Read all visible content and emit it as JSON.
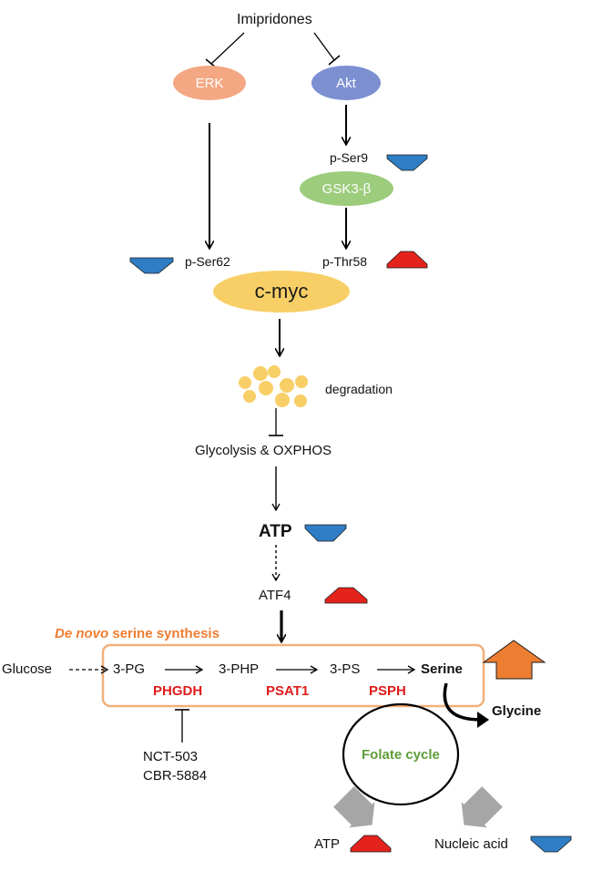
{
  "top": {
    "imipridones": "Imipridones"
  },
  "nodes": {
    "erk": "ERK",
    "akt": "Akt",
    "gsk3b": "GSK3-β",
    "cmyc": "c-myc"
  },
  "labels": {
    "pSer9": "p-Ser9",
    "pSer62": "p-Ser62",
    "pThr58": "p-Thr58",
    "degradation": "degradation",
    "glycolysis": "Glycolysis & OXPHOS",
    "atp": "ATP",
    "atf4": "ATF4"
  },
  "serine": {
    "title_italic": "De novo",
    "title_rest": " serine synthesis",
    "glucose": "Glucose",
    "pg": "3-PG",
    "php": "3-PHP",
    "ps": "3-PS",
    "serine": "Serine",
    "phgdh": "PHGDH",
    "psat1": "PSAT1",
    "psph": "PSPH",
    "glycine": "Glycine",
    "inhibitor1": "NCT-503",
    "inhibitor2": "CBR-5884",
    "folate": "Folate cycle",
    "atp_out": "ATP",
    "nucleic": "Nucleic acid"
  },
  "colors": {
    "erk": "#f4a783",
    "akt": "#7b8fd1",
    "gsk3b": "#9ccc7c",
    "cmyc": "#f8cf67",
    "down_arrow": "#2f7dc4",
    "up_arrow": "#e3231c",
    "serine_up": "#ed7d31",
    "box_border": "#f2b07a",
    "title_orange": "#ed7d31",
    "folate_green": "#5f9e3a",
    "gray_arrow": "#a6a6a6"
  }
}
